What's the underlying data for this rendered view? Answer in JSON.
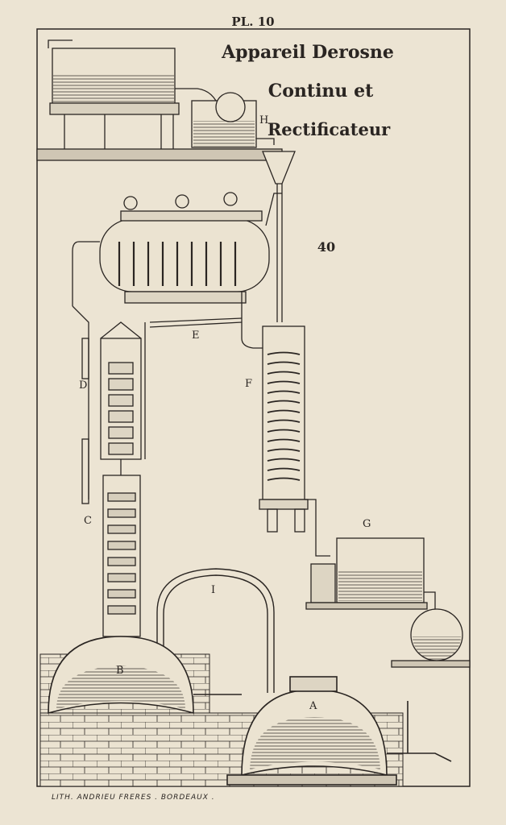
{
  "plate_number": "PL. 10",
  "title_lines": [
    "Appareil Derosne",
    "Continu et",
    "Rectificateur"
  ],
  "figure_number": "40",
  "labels": {
    "A": "A",
    "B": "B",
    "C": "C",
    "D": "D",
    "E": "E",
    "F": "F",
    "G": "G",
    "H": "H",
    "I": "I"
  },
  "credit": "LITH. ANDRIEU FRERES . BORDEAUX .",
  "colors": {
    "paper": "#ece4d3",
    "ink": "#2a2522",
    "wash": "#cfc6b4"
  }
}
